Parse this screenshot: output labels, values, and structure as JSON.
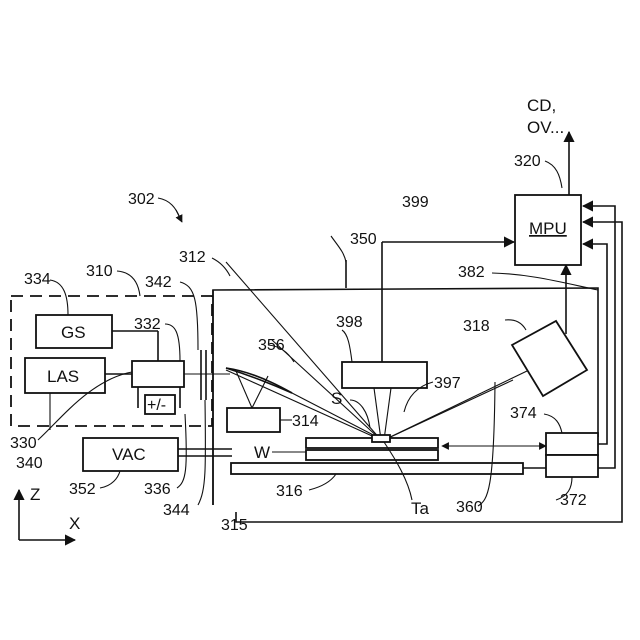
{
  "labels": {
    "cd_ov_line1": "CD,",
    "cd_ov_line2": "OV...",
    "mpu": "MPU",
    "gs": "GS",
    "las": "LAS",
    "vac": "VAC",
    "plus_minus": "+/-",
    "w": "W",
    "s": "S",
    "ta": "Ta",
    "axis_z": "Z",
    "axis_x": "X"
  },
  "refs": {
    "r302": "302",
    "r310": "310",
    "r312": "312",
    "r314": "314",
    "r315": "315",
    "r316": "316",
    "r318": "318",
    "r320": "320",
    "r330": "330",
    "r332": "332",
    "r334": "334",
    "r336": "336",
    "r340": "340",
    "r342": "342",
    "r344": "344",
    "r350": "350",
    "r352": "352",
    "r356": "356",
    "r360": "360",
    "r372": "372",
    "r374": "374",
    "r382": "382",
    "r397": "397",
    "r398": "398",
    "r399": "399"
  }
}
